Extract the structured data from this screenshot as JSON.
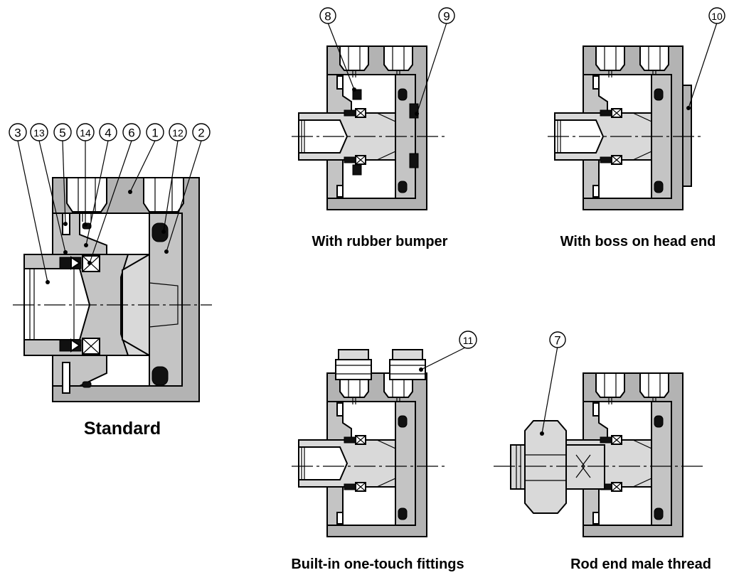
{
  "captions": {
    "standard": "Standard",
    "rubber_bumper": "With rubber bumper",
    "boss_head_end": "With boss on head end",
    "one_touch": "Built-in one-touch fittings",
    "male_thread": "Rod end male thread"
  },
  "part_numbers": [
    "3",
    "13",
    "5",
    "14",
    "4",
    "6",
    "1",
    "12",
    "2",
    "8",
    "9",
    "10",
    "11",
    "7"
  ]
}
